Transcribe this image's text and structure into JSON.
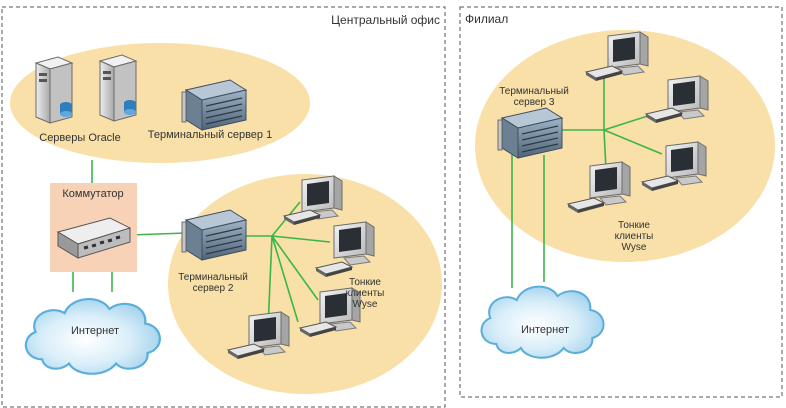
{
  "zones": {
    "central_office": {
      "label": "Центральный офис"
    },
    "branch": {
      "label": "Филиал"
    }
  },
  "central": {
    "servers_label": "Серверы Oracle",
    "terminal_server_1": "Терминальный сервер 1",
    "switch_label": "Коммутатор",
    "internet_label": "Интернет",
    "terminal_server_2": {
      "line1": "Терминальный",
      "line2": "сервер 2"
    },
    "thin_clients": {
      "line1": "Тонкие",
      "line2": "клиенты",
      "line3": "Wyse"
    }
  },
  "branch": {
    "terminal_server_3": {
      "line1": "Терминальный",
      "line2": "сервер 3"
    },
    "thin_clients": {
      "line1": "Тонкие",
      "line2": "клиенты",
      "line3": "Wyse"
    },
    "internet_label": "Интернет"
  },
  "colors": {
    "zone_fill": "#f8e0a8",
    "link_green": "#3bb54a",
    "cloud_fill": "#bfe2f5",
    "cloud_stroke": "#5aaedb",
    "switch_bg": "#f7d2b6",
    "border_dash": "#555555"
  },
  "icons": [
    "server-tower-icon",
    "rack-server-icon",
    "network-switch-icon",
    "cloud-icon",
    "thin-client-monitor-icon",
    "keyboard-icon"
  ]
}
